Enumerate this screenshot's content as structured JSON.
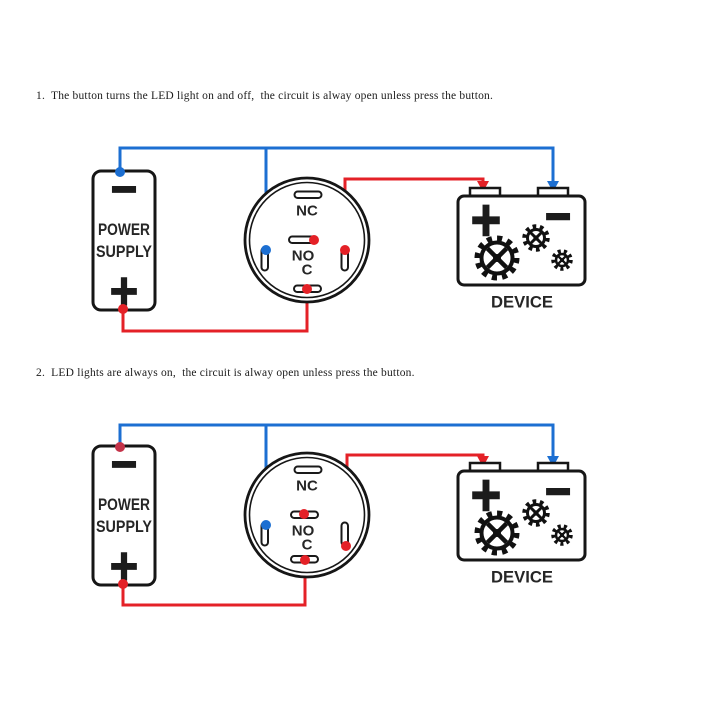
{
  "notes": {
    "note1": "1.  The button turns the LED light on and off,  the circuit is alway open unless press the button.",
    "note2": "2.  LED lights are always on,  the circuit is alway open unless press the button."
  },
  "labels": {
    "power_line1": "POWER",
    "power_line2": "SUPPLY",
    "device": "DEVICE",
    "nc": "NC",
    "no": "NO",
    "c": "C",
    "plus": "+",
    "minus": "−"
  },
  "colors": {
    "wire_blue": "#1c6fd2",
    "wire_red": "#e42127",
    "junction_crimson": "#c43349",
    "outline_black": "#161616",
    "label_dark": "#262626",
    "background": "#ffffff"
  }
}
